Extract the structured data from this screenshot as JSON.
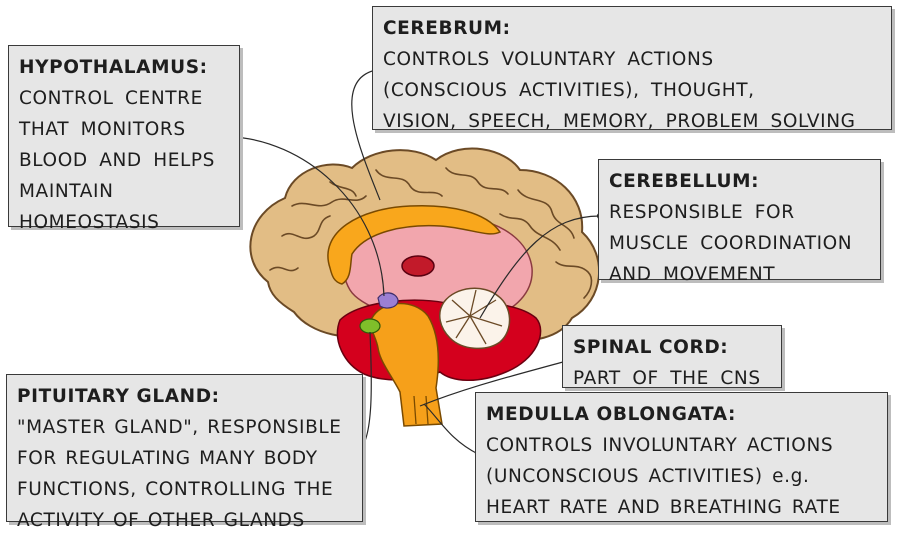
{
  "labels": {
    "hypothalamus": {
      "title": "HYPOTHALAMUS:",
      "lines": [
        "CONTROL CENTRE",
        "THAT MONITORS",
        "BLOOD AND HELPS",
        "MAINTAIN",
        "HOMEOSTASIS"
      ]
    },
    "cerebrum": {
      "title": "CEREBRUM:",
      "lines": [
        "CONTROLS VOLUNTARY ACTIONS",
        "(CONSCIOUS ACTIVITIES), THOUGHT,",
        "VISION, SPEECH, MEMORY, PROBLEM SOLVING"
      ]
    },
    "cerebellum": {
      "title": "CEREBELLUM:",
      "lines": [
        "RESPONSIBLE FOR",
        "MUSCLE COORDINATION",
        "AND MOVEMENT"
      ]
    },
    "spinal_cord": {
      "title": "SPINAL CORD:",
      "lines": [
        "PART OF THE CNS"
      ]
    },
    "medulla": {
      "title": "MEDULLA OBLONGATA:",
      "lines": [
        "CONTROLS INVOLUNTARY ACTIONS",
        "(UNCONSCIOUS ACTIVITIES) e.g.",
        "HEART RATE AND BREATHING RATE"
      ]
    },
    "pituitary": {
      "title": "PITUITARY GLAND:",
      "lines": [
        "\"MASTER GLAND\", RESPONSIBLE",
        "FOR REGULATING MANY BODY",
        "FUNCTIONS, CONTROLLING THE",
        "ACTIVITY OF OTHER GLANDS"
      ]
    }
  },
  "colors": {
    "cerebrum_fill": "#e2bd85",
    "cerebrum_outline": "#6b4a26",
    "inner_pink": "#f2a6ad",
    "corpus_callosum_orange": "#f9a71c",
    "brainstem_orange": "#f6a01a",
    "red_region": "#d4001d",
    "cerebellum_white": "#fbf3ea",
    "pituitary_green": "#7fbf2a",
    "hypothalamus_purple": "#9b7fd3",
    "box_fill": "#e6e6e6",
    "box_border": "#3a3a3a"
  }
}
